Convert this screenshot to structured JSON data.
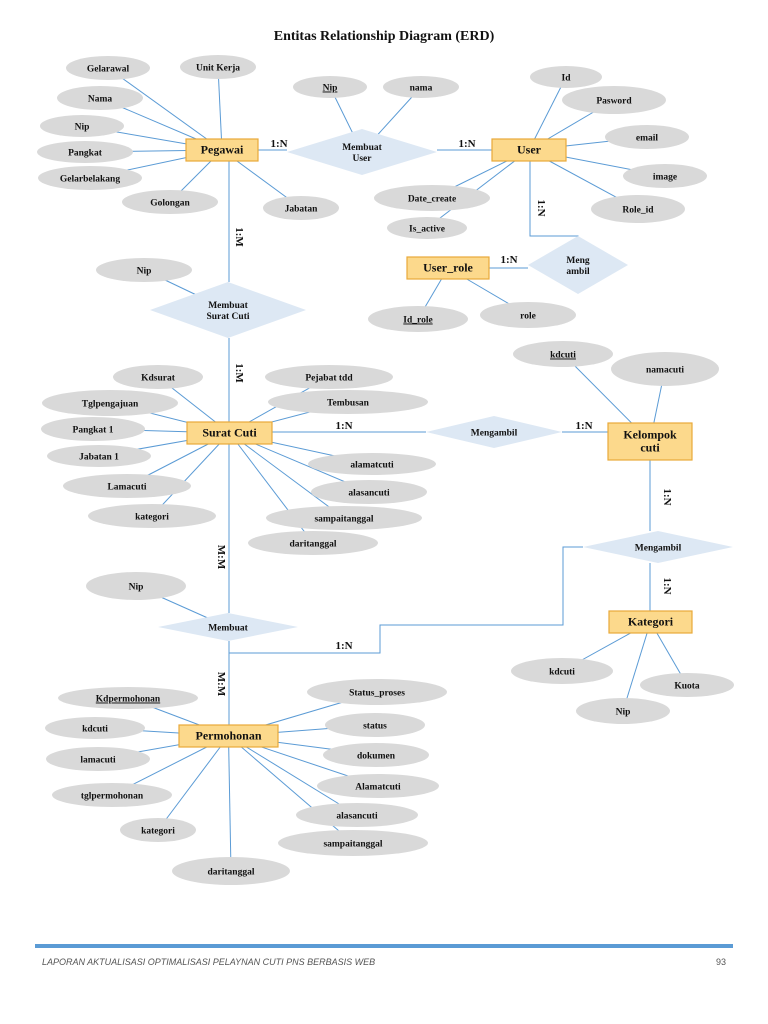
{
  "title": "Entitas Relationship Diagram (ERD)",
  "entities": [
    {
      "id": "pegawai",
      "label": "Pegawai"
    },
    {
      "id": "user",
      "label": "User"
    },
    {
      "id": "user_role",
      "label": "User_role"
    },
    {
      "id": "surat_cuti",
      "label": "Surat Cuti"
    },
    {
      "id": "kelompok_cuti",
      "label": [
        "Kelompok",
        "cuti"
      ]
    },
    {
      "id": "kategori",
      "label": "Kategori"
    },
    {
      "id": "permohonan",
      "label": "Permohonan"
    }
  ],
  "relationships": [
    {
      "id": "membuat_user",
      "label": [
        "Membuat",
        "User"
      ]
    },
    {
      "id": "mengambil_role",
      "label": [
        "Meng",
        "ambil"
      ]
    },
    {
      "id": "membuat_surat_cuti",
      "label": [
        "Membuat",
        "Surat Cuti"
      ]
    },
    {
      "id": "mengambil_kelompok",
      "label": "Mengambil"
    },
    {
      "id": "mengambil_kategori",
      "label": "Mengambil"
    },
    {
      "id": "membuat_permohonan",
      "label": "Membuat"
    }
  ],
  "attributes": {
    "pegawai": [
      "Gelarawal",
      "Unit Kerja",
      "Nama",
      "Nip",
      "Pangkat",
      "Gelarbelakang",
      "Golongan",
      "Jabatan"
    ],
    "membuat_user": [
      "Nip",
      "nama"
    ],
    "user": [
      "Id",
      "Pasword",
      "email",
      "image",
      "Role_id",
      "Date_create",
      "Is_active"
    ],
    "user_role": [
      "Id_role",
      "role"
    ],
    "membuat_surat_cuti": [
      "Nip"
    ],
    "surat_cuti": [
      "Kdsurat",
      "Pejabat tdd",
      "Tglpengajuan",
      "Tembusan",
      "Pangkat 1",
      "Jabatan 1",
      "Lamacuti",
      "kategori",
      "alamatcuti",
      "alasancuti",
      "sampaitanggal",
      "daritanggal"
    ],
    "kelompok_cuti": [
      "kdcuti",
      "namacuti"
    ],
    "kategori": [
      "kdcuti",
      "Nip",
      "Kuota"
    ],
    "membuat_permohonan": [
      "Nip"
    ],
    "permohonan": [
      "Kdpermohonan",
      "kdcuti",
      "lamacuti",
      "tglpermohonan",
      "kategori",
      "daritanggal",
      "Status_proses",
      "status",
      "dokumen",
      "Alamatcuti",
      "alasancuti",
      "sampaitanggal"
    ]
  },
  "cardinalities": {
    "pegawai_membuat_user": "1:N",
    "membuat_user_user": "1:N",
    "user_role_link": "1:N",
    "role_entity": "1:N",
    "pegawai_surat": "1:M",
    "surat_rel": "1:M",
    "surat_kelompok": "1:N",
    "kelompok_rel": "1:N",
    "kelompok_kategori_top": "1:N",
    "kelompok_kategori_bottom": "1:N",
    "surat_membuat": "M:M",
    "membuat_permohonan": "M:M",
    "kategori_permohonan": "1:N"
  },
  "footer": {
    "text": "LAPORAN AKTUALISASI OPTIMALISASI PELAYNAN CUTI PNS BERBASIS WEB",
    "page": "93"
  },
  "colors": {
    "entity_fill": "#fcd98c",
    "entity_stroke": "#e8a93a",
    "attribute_fill": "#d9d9d9",
    "relationship_fill": "#dde8f4",
    "connector": "#5b9bd5"
  }
}
